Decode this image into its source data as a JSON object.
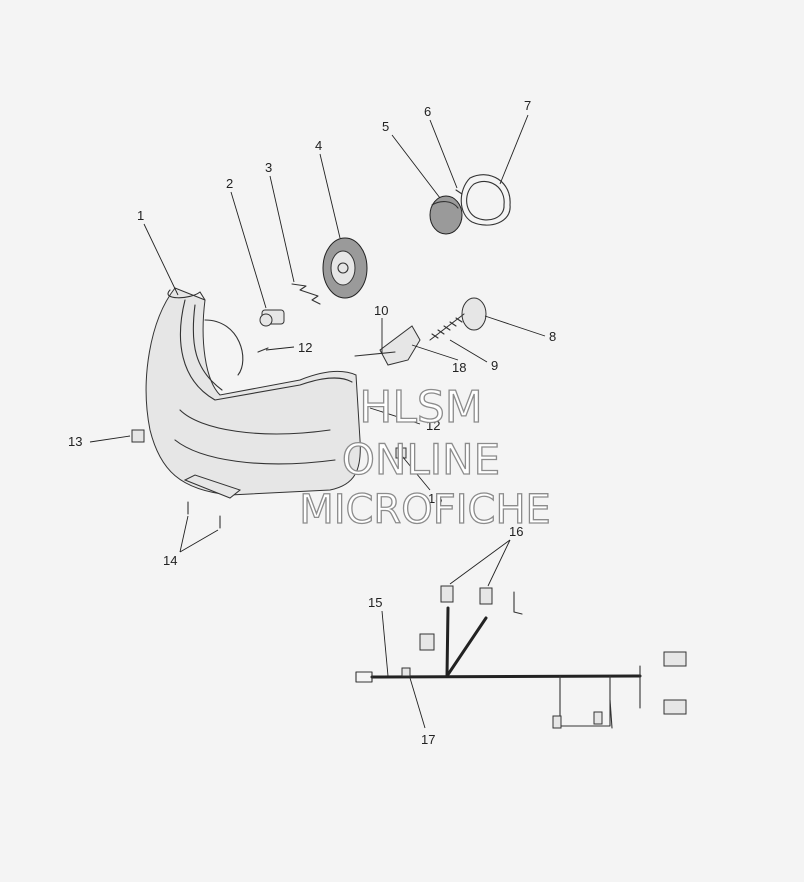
{
  "diagram": {
    "callouts": [
      {
        "id": "c1",
        "text": "1"
      },
      {
        "id": "c2",
        "text": "2"
      },
      {
        "id": "c3",
        "text": "3"
      },
      {
        "id": "c4",
        "text": "4"
      },
      {
        "id": "c5",
        "text": "5"
      },
      {
        "id": "c6",
        "text": "6"
      },
      {
        "id": "c7",
        "text": "7"
      },
      {
        "id": "c8",
        "text": "8"
      },
      {
        "id": "c9",
        "text": "9"
      },
      {
        "id": "c10",
        "text": "10"
      },
      {
        "id": "c12a",
        "text": "12"
      },
      {
        "id": "c12b",
        "text": "12"
      },
      {
        "id": "c13a",
        "text": "13"
      },
      {
        "id": "c13b",
        "text": "13"
      },
      {
        "id": "c14",
        "text": "14"
      },
      {
        "id": "c15",
        "text": "15"
      },
      {
        "id": "c16",
        "text": "16"
      },
      {
        "id": "c17",
        "text": "17"
      },
      {
        "id": "c18",
        "text": "18"
      }
    ]
  },
  "watermark": {
    "line1": "HLSM",
    "line2": "ONLINE",
    "line3": "MICROFICHE"
  }
}
